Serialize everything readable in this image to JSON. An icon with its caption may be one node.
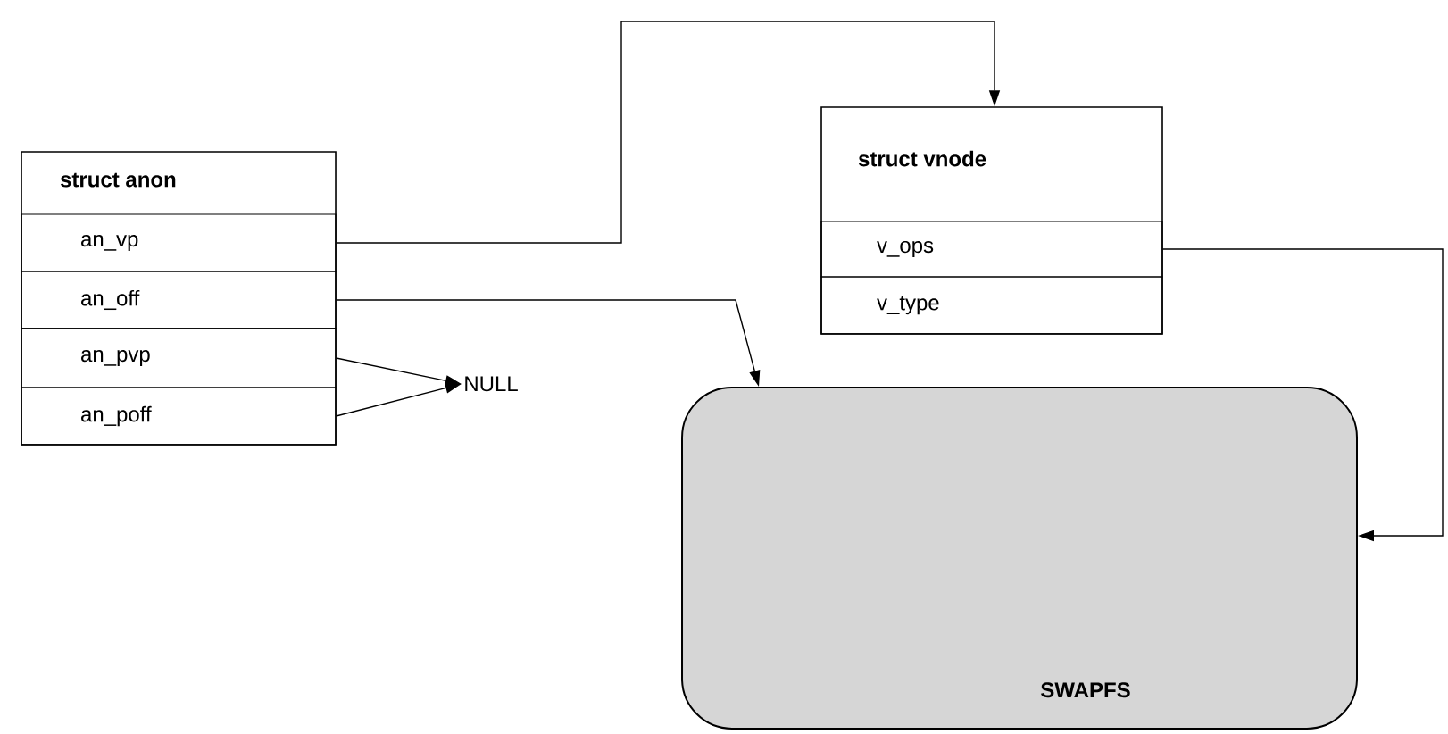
{
  "diagram": {
    "nodes": [
      {
        "text": [
          "struct anon"
        ]
      },
      {
        "text": [
          "an_vp"
        ],
        "in": 0
      },
      {
        "text": [
          "an_off"
        ],
        "in": 0
      },
      {
        "text": [
          "an_pvp"
        ],
        "in": 0
      },
      {
        "text": [
          "an_poff"
        ],
        "in": 0
      },
      {
        "text": [
          "NULL"
        ]
      },
      {
        "text": [
          "struct vnode"
        ]
      },
      {
        "text": [
          "v_ops"
        ],
        "in": 6
      },
      {
        "text": [
          "v_type"
        ],
        "in": 6
      },
      {
        "text": [
          "SWAPFS"
        ]
      }
    ],
    "edges": [
      {
        "from": 1,
        "to": 6,
        "arrow": "to"
      },
      {
        "from": 2,
        "to": 9,
        "arrow": "to"
      },
      {
        "from": 3,
        "to": 5,
        "arrow": "to"
      },
      {
        "from": 4,
        "to": 5,
        "arrow": "to"
      },
      {
        "from": 7,
        "to": 9,
        "arrow": "to"
      }
    ]
  }
}
